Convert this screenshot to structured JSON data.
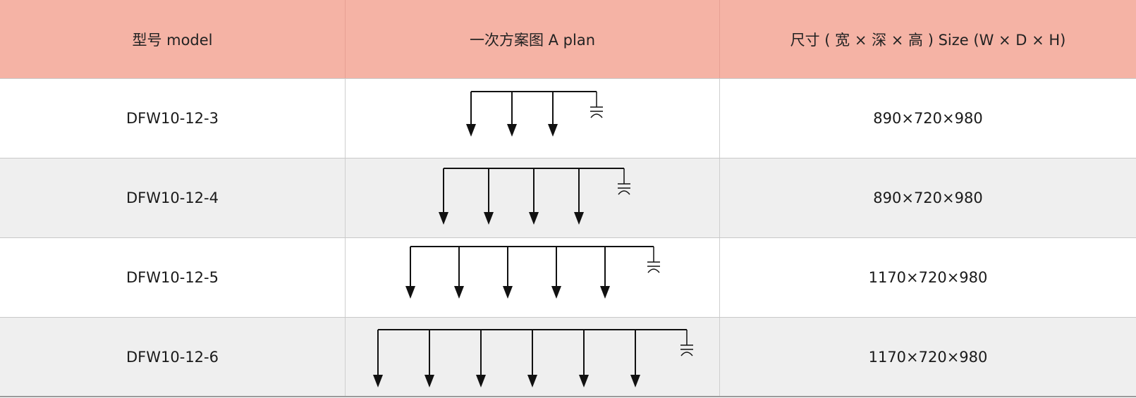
{
  "header": {
    "col_model": "型号 model",
    "col_plan": "一次方案图 A plan",
    "col_size": "尺寸 ( 宽 × 深 × 高 ) Size (W × D × H)"
  },
  "rows": [
    {
      "model": "DFW10-12-3",
      "branches": 3,
      "size": "890×720×980"
    },
    {
      "model": "DFW10-12-4",
      "branches": 4,
      "size": "890×720×980"
    },
    {
      "model": "DFW10-12-5",
      "branches": 5,
      "size": "1170×720×980"
    },
    {
      "model": "DFW10-12-6",
      "branches": 6,
      "size": "1170×720×980"
    }
  ],
  "colors": {
    "header_bg": "#f5b3a5",
    "row_alt_bg": "#efefef",
    "line": "#111111"
  }
}
